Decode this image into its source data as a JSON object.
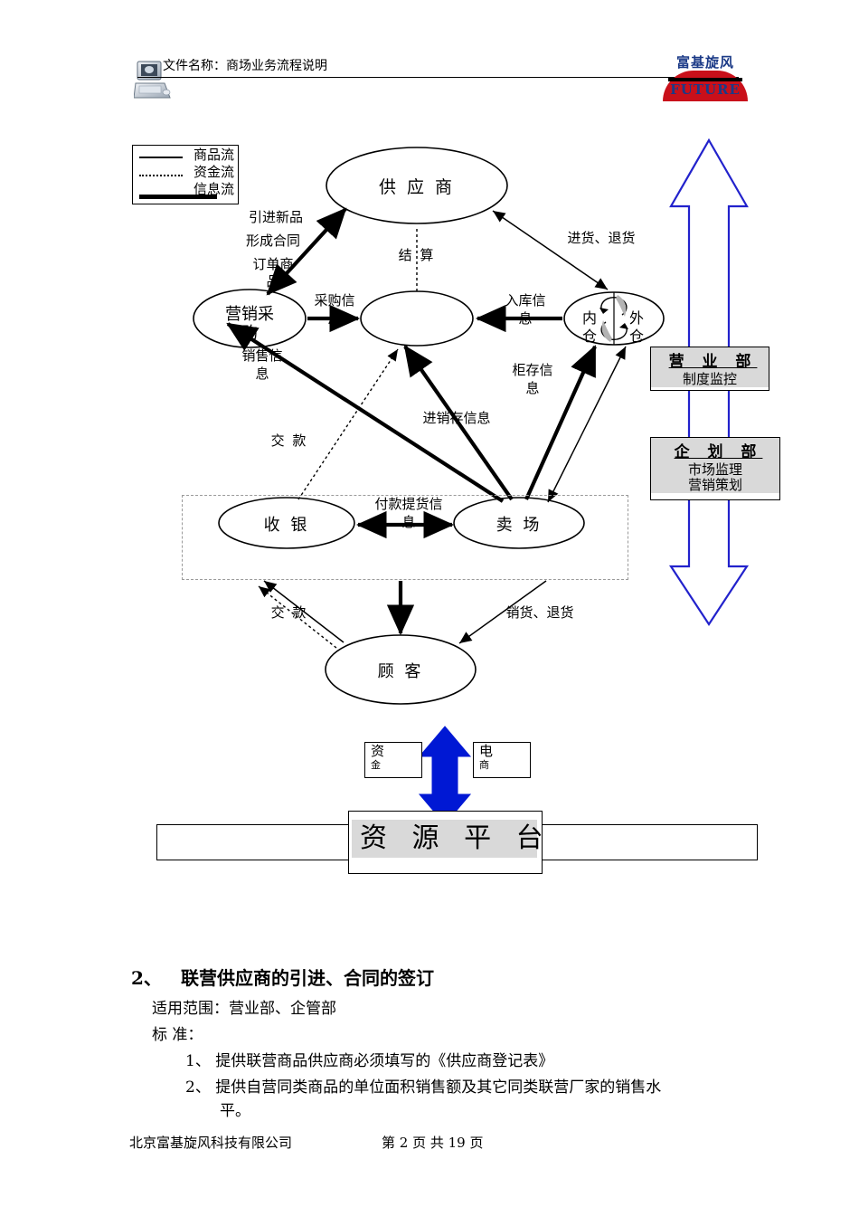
{
  "header": {
    "title": "文件名称：商场业务流程说明",
    "icon": "computer-icon",
    "logo": {
      "cn": "富基旋风",
      "en": "FUTURE",
      "cn_color": "#1b3a87",
      "arc_color": "#c9101a"
    }
  },
  "diagram": {
    "legend": {
      "items": [
        {
          "label": "商品流",
          "style": "solid-thin"
        },
        {
          "label": "资金流",
          "style": "dotted"
        },
        {
          "label": "信息流",
          "style": "solid-thick"
        }
      ]
    },
    "nodes": {
      "supplier": "供 应 商",
      "purchasing": "营销采\n购",
      "purchasing_line1": "营销采",
      "purchasing_line2": "购",
      "settlement_hub": "",
      "warehouse_in": "内\n仓",
      "warehouse_in_l1": "内",
      "warehouse_in_l2": "仓",
      "warehouse_out": "外\n仓",
      "warehouse_out_l1": "外",
      "warehouse_out_l2": "仓",
      "cashier": "收 银",
      "salesfloor": "卖 场",
      "customer": "顾 客"
    },
    "edge_labels": {
      "new_product": "引进新品",
      "form_contract": "形成合同",
      "order_goods_l1": "订单商",
      "order_goods_l2": "品",
      "settlement": "结 算",
      "purchase_info_l1": "采购信",
      "purchase_info_l2": "息",
      "inbound_return": "进货、退货",
      "instock_info_l1": "入库信",
      "instock_info_l2": "息",
      "sales_info_l1": "销售信",
      "sales_info_l2": "息",
      "counter_stock_l1": "柜存信",
      "counter_stock_l2": "息",
      "psi_info": "进销存信息",
      "payment_top": "交 款",
      "payment_bottom": "交 款",
      "pay_pickup_l1": "付款提货信",
      "pay_pickup_l2": "息",
      "sell_return": "销货、退货"
    },
    "dept_boxes": [
      {
        "title": "营 业 部",
        "subs": [
          "制度监控"
        ]
      },
      {
        "title": "企 划 部",
        "subs": [
          "市场监理",
          "营销策划"
        ]
      }
    ],
    "resource_boxes": [
      {
        "label": "资",
        "clipped": "金"
      },
      {
        "label": "电",
        "clipped": "商"
      }
    ],
    "platform": "资 源 平 台",
    "arrow_color": "#2222cc",
    "blue_fill": "#0018d4"
  },
  "content": {
    "section_number": "2、",
    "section_title": "联营供应商的引进、合同的签订",
    "scope": "适用范围：营业部、企管部",
    "standard_label": "标  准：",
    "items": [
      "1、 提供联营商品供应商必须填写的《供应商登记表》",
      "2、 提供自营同类商品的单位面积销售额及其它同类联营厂家的销售水\n平。"
    ],
    "item1": "1、 提供联营商品供应商必须填写的《供应商登记表》",
    "item2_line1": "2、 提供自营同类商品的单位面积销售额及其它同类联营厂家的销售水",
    "item2_line2": "平。"
  },
  "footer": {
    "company": "北京富基旋风科技有限公司",
    "page": "第 2 页 共 19 页"
  }
}
